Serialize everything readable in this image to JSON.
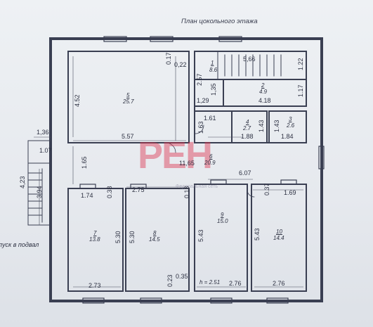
{
  "title": "План цокольного этажа",
  "stair_label": "пуск в подвал",
  "height_note": "h = 2.51",
  "watermark": {
    "logo": "РЕН",
    "caption": "Федеральная сеть"
  },
  "rooms": {
    "r1": {
      "num": "1",
      "area": "8.6"
    },
    "r2": {
      "num": "2",
      "area": "4.9"
    },
    "r3": {
      "num": "3",
      "area": "2.6"
    },
    "r4": {
      "num": "4",
      "area": "2.7"
    },
    "r5": {
      "num": "5",
      "area": "25.7"
    },
    "r6": {
      "num": "6",
      "area": "20.9"
    },
    "r7": {
      "num": "7",
      "area": "13.8"
    },
    "r8": {
      "num": "8",
      "area": "14.5"
    },
    "r9": {
      "num": "9",
      "area": "15.0"
    },
    "r10": {
      "num": "10",
      "area": "14.4"
    }
  },
  "dims": {
    "d566": "5,66",
    "d122": "1.22",
    "d017": "0.17",
    "d022": "0,22",
    "d257": "2.57",
    "d452": "4.52",
    "d129": "1,29",
    "d135": "1,35",
    "d418": "4.18",
    "d117": "1.17",
    "d161": "1.61",
    "d163": "1.63",
    "d143": "1.43",
    "d183": "1.43",
    "d188": "1.88",
    "d184": "1.84",
    "d136": "1,36",
    "d557": "5.57",
    "d107": "1.07",
    "d165": "1.65",
    "d1165": "11,65",
    "d607": "6.07",
    "d423": "4,23",
    "d394": "3.94",
    "d174": "1.74",
    "d038": "0.38",
    "d275": "2.75",
    "d013": "0.13",
    "d037": "0.37",
    "d169": "1.69",
    "d530a": "5.30",
    "d530b": "5.30",
    "d543a": "5.43",
    "d543b": "5.43",
    "d023": "0.23",
    "d035": "0.35",
    "d273": "2.73",
    "d276a": "2.76",
    "d276b": "2.76"
  }
}
